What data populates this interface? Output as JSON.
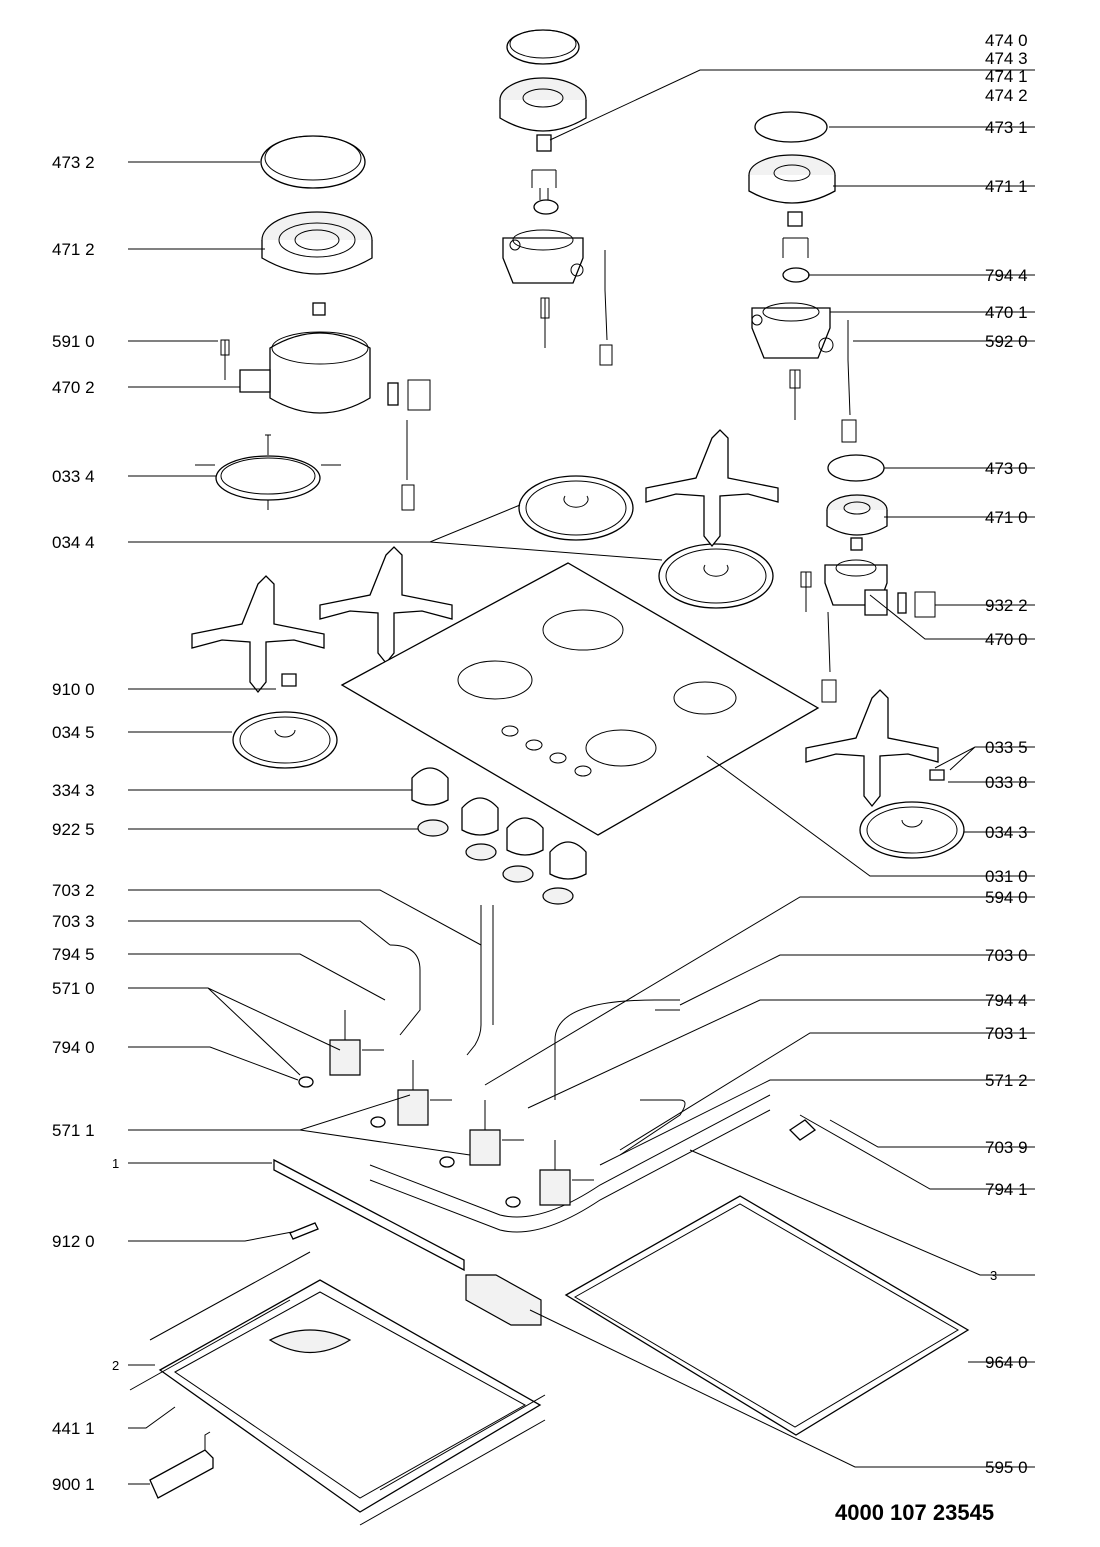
{
  "diagram": {
    "document_number": "4000 107 23545",
    "labels_left": [
      {
        "id": "L-4732",
        "text": "473 2"
      },
      {
        "id": "L-4712",
        "text": "471 2"
      },
      {
        "id": "L-5910",
        "text": "591 0"
      },
      {
        "id": "L-4702",
        "text": "470 2"
      },
      {
        "id": "L-0334",
        "text": "033 4"
      },
      {
        "id": "L-0344",
        "text": "034 4"
      },
      {
        "id": "L-9100",
        "text": "910 0"
      },
      {
        "id": "L-0345",
        "text": "034 5"
      },
      {
        "id": "L-3343",
        "text": "334 3"
      },
      {
        "id": "L-9225",
        "text": "922 5"
      },
      {
        "id": "L-7032",
        "text": "703 2"
      },
      {
        "id": "L-7033",
        "text": "703 3"
      },
      {
        "id": "L-7945",
        "text": "794 5"
      },
      {
        "id": "L-5710",
        "text": "571 0"
      },
      {
        "id": "L-7940",
        "text": "794 0"
      },
      {
        "id": "L-5711",
        "text": "571 1"
      },
      {
        "id": "L-1",
        "text": "1"
      },
      {
        "id": "L-9120",
        "text": "912 0"
      },
      {
        "id": "L-2",
        "text": "2"
      },
      {
        "id": "L-4411",
        "text": "441 1"
      },
      {
        "id": "L-9001",
        "text": "900 1"
      }
    ],
    "labels_right": [
      {
        "id": "R-4740",
        "text": "474 0"
      },
      {
        "id": "R-4743",
        "text": "474 3"
      },
      {
        "id": "R-4741",
        "text": "474 1"
      },
      {
        "id": "R-4742",
        "text": "474 2"
      },
      {
        "id": "R-4731",
        "text": "473 1"
      },
      {
        "id": "R-4711",
        "text": "471 1"
      },
      {
        "id": "R-7944a",
        "text": "794 4"
      },
      {
        "id": "R-4701",
        "text": "470 1"
      },
      {
        "id": "R-5920",
        "text": "592 0"
      },
      {
        "id": "R-4730",
        "text": "473 0"
      },
      {
        "id": "R-4710",
        "text": "471 0"
      },
      {
        "id": "R-9322",
        "text": "932 2"
      },
      {
        "id": "R-4700",
        "text": "470 0"
      },
      {
        "id": "R-0335",
        "text": "033 5"
      },
      {
        "id": "R-0338",
        "text": "033 8"
      },
      {
        "id": "R-0343",
        "text": "034 3"
      },
      {
        "id": "R-0310",
        "text": "031 0"
      },
      {
        "id": "R-5940",
        "text": "594 0"
      },
      {
        "id": "R-7030",
        "text": "703 0"
      },
      {
        "id": "R-7944b",
        "text": "794 4"
      },
      {
        "id": "R-7031",
        "text": "703 1"
      },
      {
        "id": "R-5712",
        "text": "571 2"
      },
      {
        "id": "R-7039",
        "text": "703 9"
      },
      {
        "id": "R-7941",
        "text": "794 1"
      },
      {
        "id": "R-3",
        "text": "3"
      },
      {
        "id": "R-9640",
        "text": "964 0"
      },
      {
        "id": "R-5950",
        "text": "595 0"
      }
    ]
  }
}
